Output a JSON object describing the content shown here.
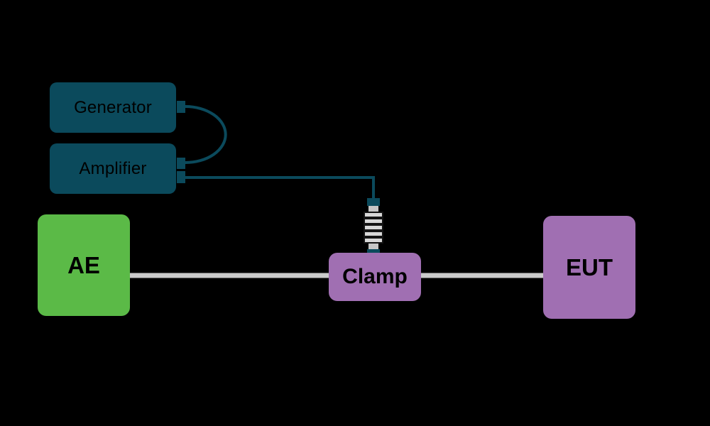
{
  "colors": {
    "background": "#000000",
    "teal": "#0B4A5C",
    "green": "#5BBA47",
    "purple": "#A06FB2",
    "cableGray": "#CBCBCB",
    "neckGray": "#C6C6C6",
    "ribLight": "#D8D8D8",
    "connectorDark": "#141414",
    "labelDark": "#000000"
  },
  "nodes": {
    "generator": {
      "label": "Generator"
    },
    "amplifier": {
      "label": "Amplifier"
    },
    "ae": {
      "label": "AE"
    },
    "clamp": {
      "label": "Clamp"
    },
    "eut": {
      "label": "EUT"
    }
  },
  "connections": [
    {
      "from": "Generator",
      "to": "Amplifier",
      "type": "signal-cable-loop"
    },
    {
      "from": "Amplifier",
      "to": "Clamp",
      "type": "signal-cable-via-coax-connector"
    },
    {
      "from": "AE",
      "to": "Clamp",
      "type": "cable-under-test"
    },
    {
      "from": "Clamp",
      "to": "EUT",
      "type": "cable-under-test"
    }
  ]
}
